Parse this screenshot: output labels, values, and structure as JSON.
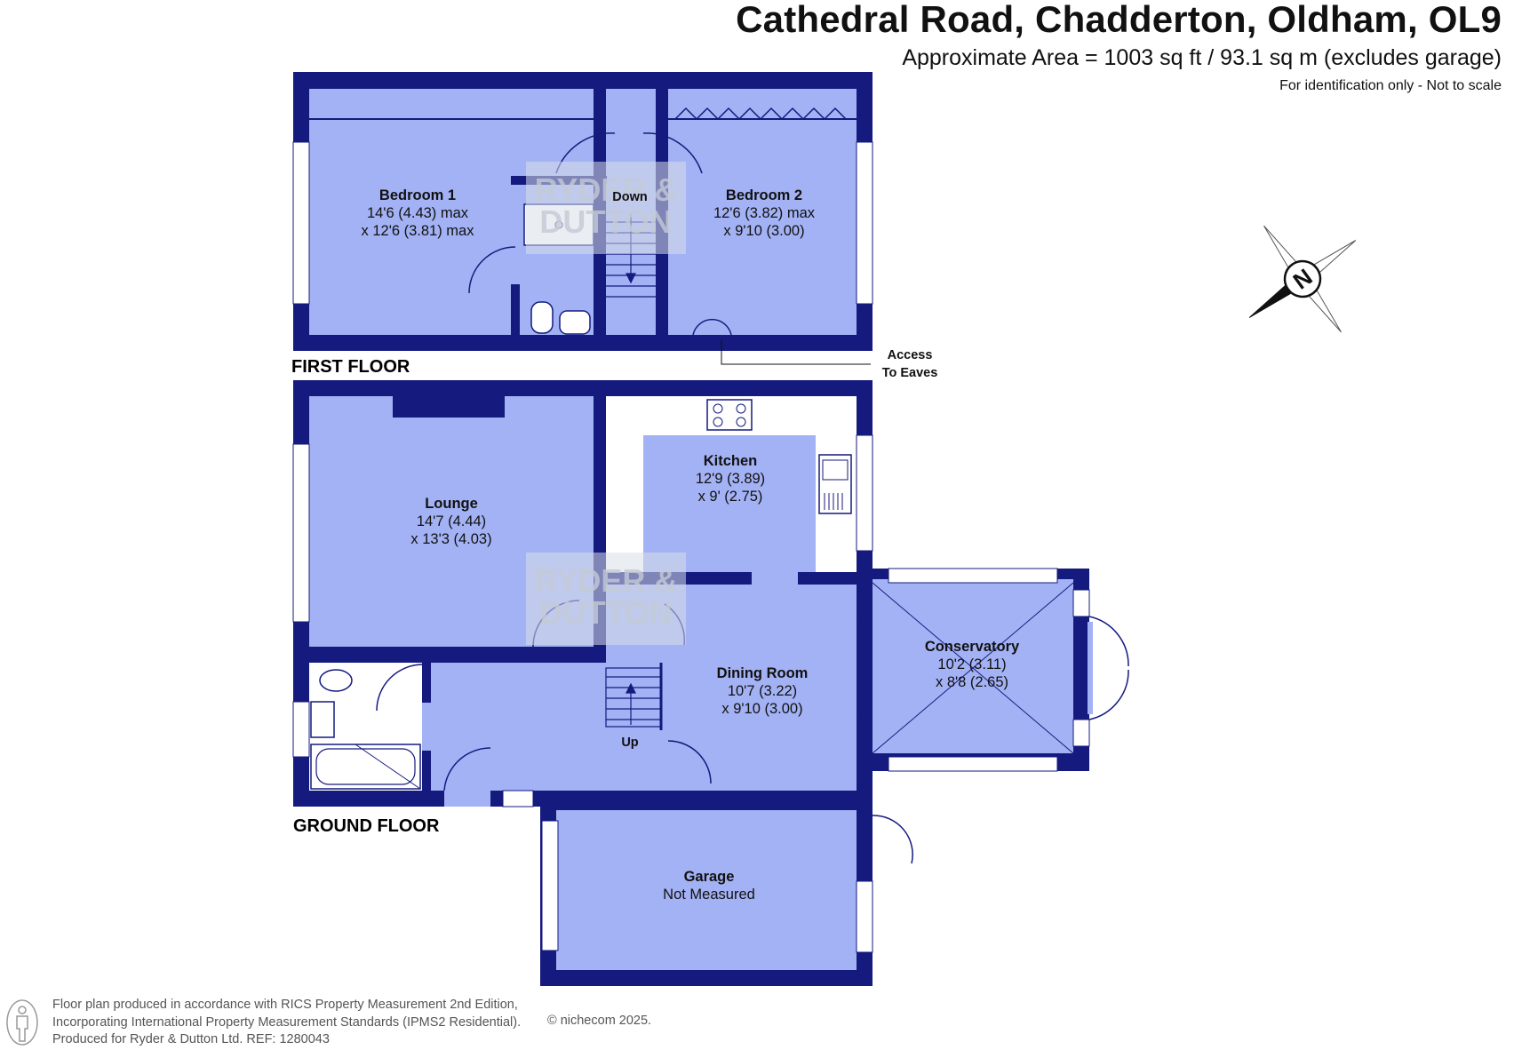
{
  "header": {
    "title": "Cathedral Road, Chadderton, Oldham, OL9",
    "area": "Approximate Area = 1003 sq ft / 93.1 sq m (excludes garage)",
    "note": "For identification only - Not to scale"
  },
  "floors": {
    "first": "FIRST FLOOR",
    "ground": "GROUND FLOOR"
  },
  "rooms": {
    "bedroom1": {
      "name": "Bedroom 1",
      "dim1": "14'6 (4.43) max",
      "dim2": "x 12'6 (3.81) max"
    },
    "bedroom2": {
      "name": "Bedroom 2",
      "dim1": "12'6 (3.82) max",
      "dim2": "x 9'10 (3.00)"
    },
    "lounge": {
      "name": "Lounge",
      "dim1": "14'7 (4.44)",
      "dim2": "x 13'3 (4.03)"
    },
    "kitchen": {
      "name": "Kitchen",
      "dim1": "12'9 (3.89)",
      "dim2": "x 9' (2.75)"
    },
    "dining": {
      "name": "Dining Room",
      "dim1": "10'7 (3.22)",
      "dim2": "x 9'10 (3.00)"
    },
    "conservatory": {
      "name": "Conservatory",
      "dim1": "10'2 (3.11)",
      "dim2": "x 8'8 (2.65)"
    },
    "garage": {
      "name": "Garage",
      "dim1": "Not Measured"
    }
  },
  "labels": {
    "down": "Down",
    "up": "Up",
    "eaves_line1": "Access",
    "eaves_line2": "To Eaves",
    "compass": "N"
  },
  "watermark": {
    "line1": "RYDER &",
    "line2": "DUTTON"
  },
  "footer": {
    "line1": "Floor plan produced in accordance with RICS Property Measurement 2nd Edition,",
    "line2": "Incorporating International Property Measurement Standards (IPMS2 Residential).",
    "line3": "Produced for Ryder & Dutton Ltd.   REF:  1280043",
    "copyright": "© nichecom 2025."
  },
  "colors": {
    "wall": "#141a7e",
    "room_fill": "#a3b2f4",
    "watermark": "#d8dee8"
  }
}
